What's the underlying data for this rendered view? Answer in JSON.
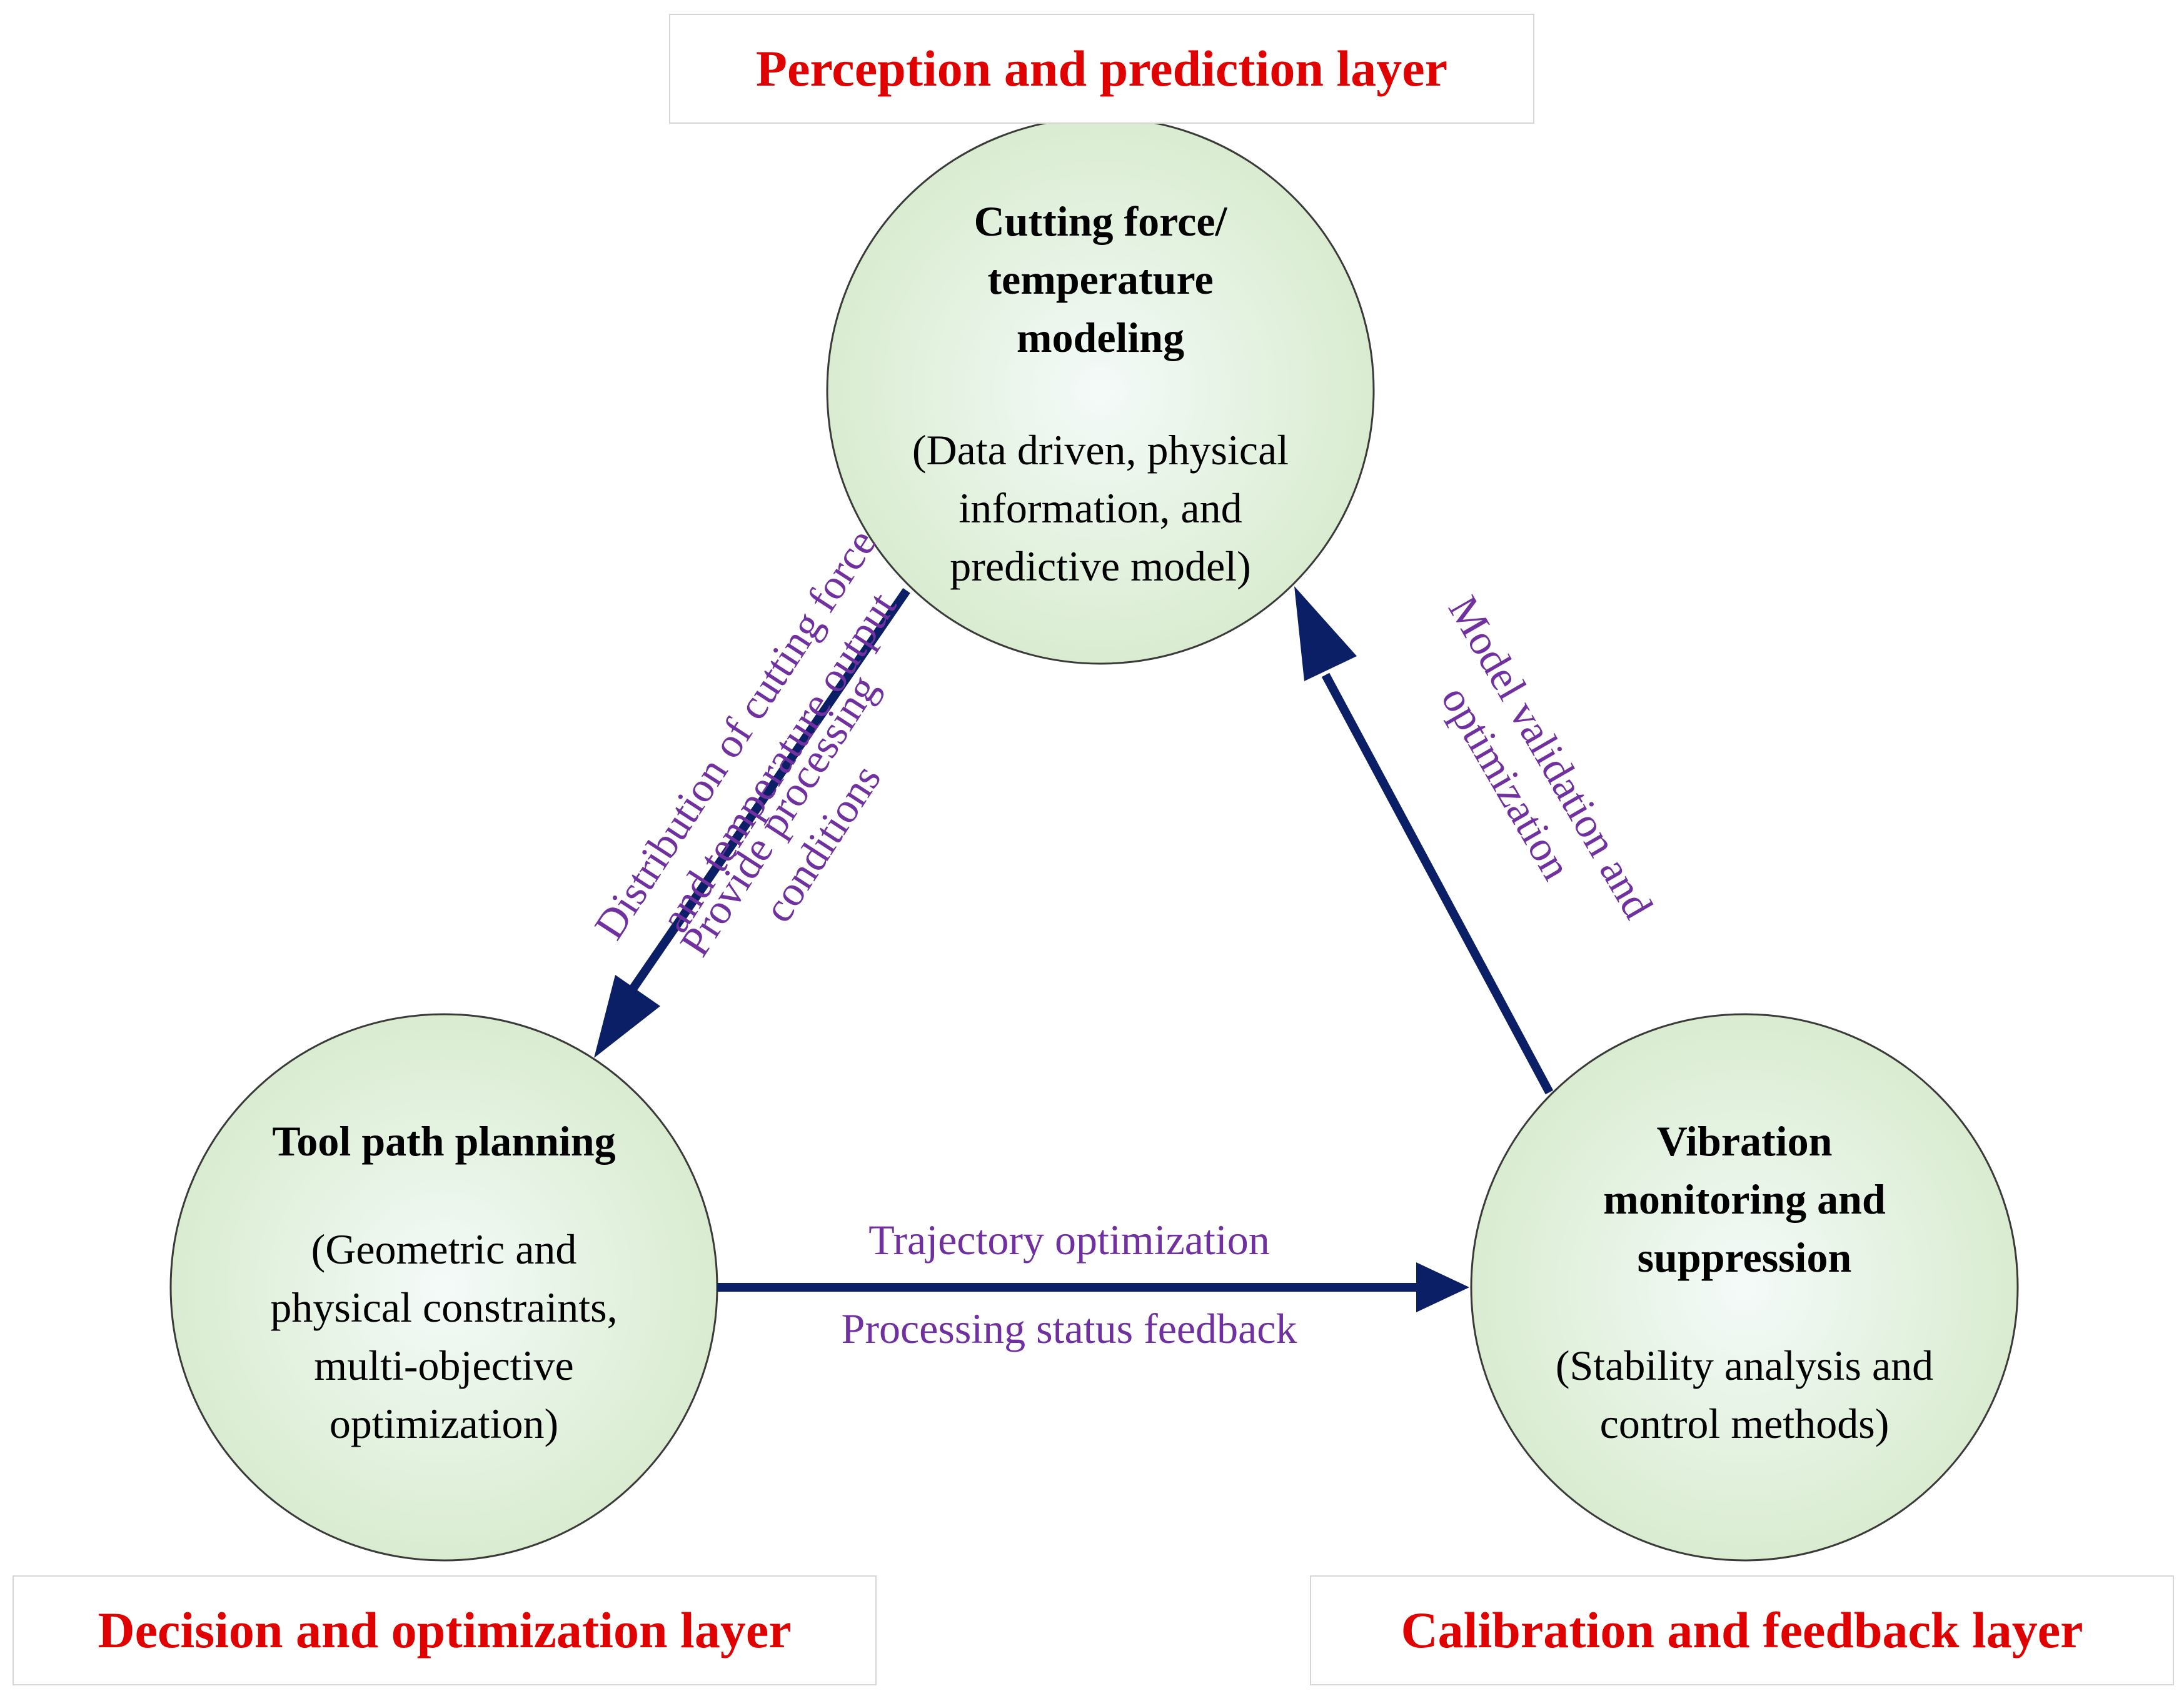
{
  "layers": {
    "top": "Perception and prediction layer",
    "bottom_left": "Decision and optimization layer",
    "bottom_right": "Calibration and feedback layer"
  },
  "nodes": {
    "top": {
      "title_lines": [
        "Cutting force/",
        "temperature",
        "modeling"
      ],
      "desc_lines": [
        "(Data driven, physical",
        "information, and",
        "predictive model)"
      ]
    },
    "left": {
      "title_lines": [
        "Tool path planning"
      ],
      "desc_lines": [
        "(Geometric and",
        "physical constraints,",
        "multi-objective",
        "optimization)"
      ]
    },
    "right": {
      "title_lines": [
        "Vibration",
        "monitoring and",
        "suppression"
      ],
      "desc_lines": [
        "(Stability analysis and",
        "control methods)"
      ]
    }
  },
  "edges": {
    "top_to_left_outer": [
      "Distribution of cutting force",
      "and temperature output"
    ],
    "top_to_left_inner": [
      "Provide processing",
      "conditions"
    ],
    "left_to_right_above": "Trajectory optimization",
    "left_to_right_below": "Processing status feedback",
    "right_to_top": [
      "Model validation and",
      "optimization"
    ]
  },
  "colors": {
    "layer_title": "#e00000",
    "edge_label": "#7030a0",
    "arrow": "#0b1f66",
    "node_fill_center": "#f4faf9",
    "node_fill_edge": "#d9ecd0",
    "node_stroke": "#3a3a3a"
  }
}
